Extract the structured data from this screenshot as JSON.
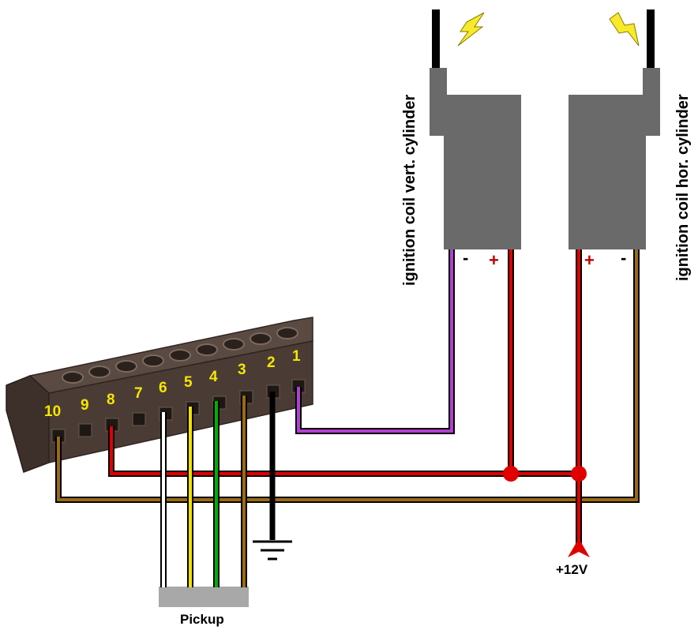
{
  "terminal_block": {
    "pin_labels": [
      "1",
      "2",
      "3",
      "4",
      "5",
      "6",
      "7",
      "8",
      "9",
      "10"
    ]
  },
  "coils": {
    "vertical": {
      "label": "ignition coil vert. cylinder",
      "terminal_left": "-",
      "terminal_right": "+"
    },
    "horizontal": {
      "label": "ignition coil hor. cylinder",
      "terminal_left": "+",
      "terminal_right": "-"
    }
  },
  "supply": {
    "label": "+12V"
  },
  "pickup": {
    "label": "Pickup"
  },
  "colors": {
    "connector_body": "#4a3c35",
    "coil_body": "#6a6a6a",
    "wire_red": "#e00000",
    "wire_purple": "#b040d0",
    "wire_brown": "#9a6a14",
    "wire_black": "#000000",
    "wire_green": "#00b000",
    "wire_yellow": "#f0e000",
    "wire_white": "#ffffff",
    "pickup_bar": "#a8a8a8",
    "pin_label": "#f5e600",
    "bolt": "#f7ea2a",
    "plus_sign": "#c00000"
  },
  "icons": [
    "lightning-bolt-icon",
    "ground-icon",
    "arrow-up-icon"
  ]
}
